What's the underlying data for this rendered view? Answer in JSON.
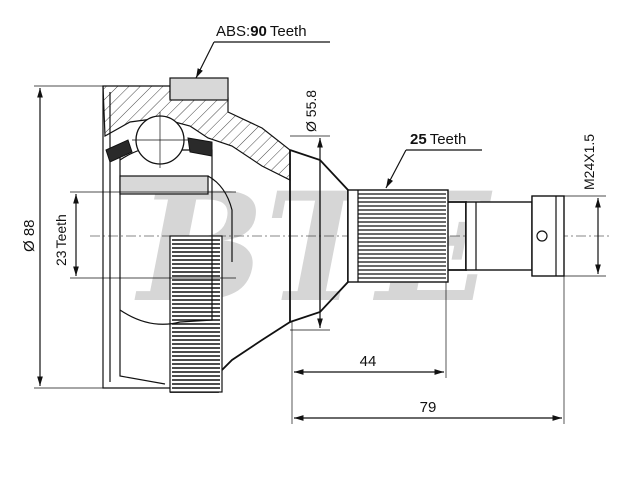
{
  "title": "",
  "watermark": "BTE",
  "labels": {
    "abs_prefix": "ABS",
    "abs_colon": ":",
    "abs_value": "90",
    "abs_unit": "Teeth",
    "outer_spline_value": "25",
    "outer_spline_unit": "Teeth",
    "inner_spline_value": "23",
    "inner_spline_unit": "Teeth",
    "diameter_88": "Ø 88",
    "diameter_558": "Ø 55.8",
    "thread": "M24X1.5",
    "length_44": "44",
    "length_79": "79"
  },
  "colors": {
    "ink": "#111111",
    "watermark": "#b5b5b5",
    "fill_grey": "#d8d8d8"
  }
}
